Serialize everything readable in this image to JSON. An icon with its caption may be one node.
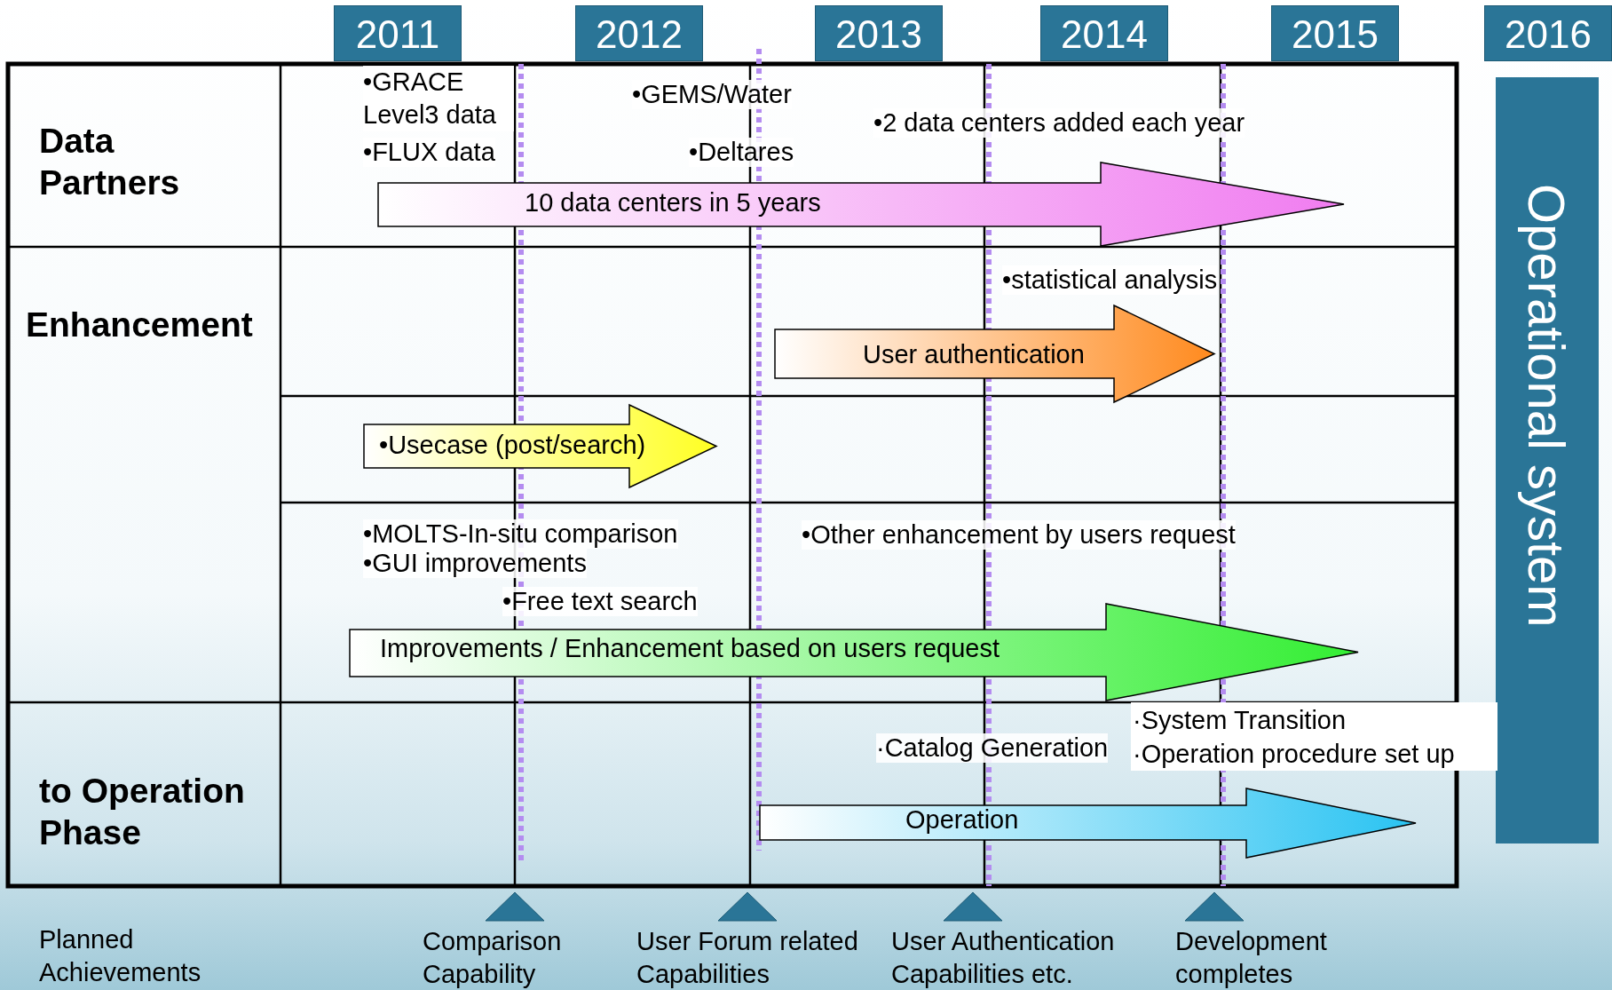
{
  "diagram": {
    "nodes": [
      {
        "text": [
          "2011"
        ]
      },
      {
        "text": [
          "2012"
        ]
      },
      {
        "text": [
          "2013"
        ]
      },
      {
        "text": [
          "2014"
        ]
      },
      {
        "text": [
          "2015"
        ]
      },
      {
        "text": [
          "2016"
        ]
      },
      {
        "text": [
          "Data Partners"
        ]
      },
      {
        "text": [
          "Enhancement"
        ]
      },
      {
        "text": [
          "to Operation Phase"
        ]
      },
      {
        "text": [
          "10 data centers in 5 years"
        ]
      },
      {
        "text": [
          "User authentication"
        ]
      },
      {
        "text": [
          "•Usecase (post/search)"
        ]
      },
      {
        "text": [
          "Improvements / Enhancement based on users request"
        ]
      },
      {
        "text": [
          "Operation"
        ]
      },
      {
        "text": [
          "Operational system"
        ]
      },
      {
        "text": [
          "Comparison Capability"
        ]
      },
      {
        "text": [
          "User Forum related Capabilities"
        ]
      },
      {
        "text": [
          "User Authentication Capabilities etc."
        ]
      },
      {
        "text": [
          "Development completes"
        ]
      }
    ],
    "edges": [],
    "labels": [
      "•GRACE Level3 data",
      "•GEMS/Water",
      "•2 data centers added each year",
      "•FLUX data",
      "•Deltares",
      "•statistical analysis",
      "•MOLTS-In-situ comparison",
      "•Other enhancement by users request",
      "•GUI improvements",
      "•Free text search",
      "·System Transition",
      "·Catalog Generation",
      "·Operation procedure set up",
      "Planned Achievements"
    ]
  }
}
